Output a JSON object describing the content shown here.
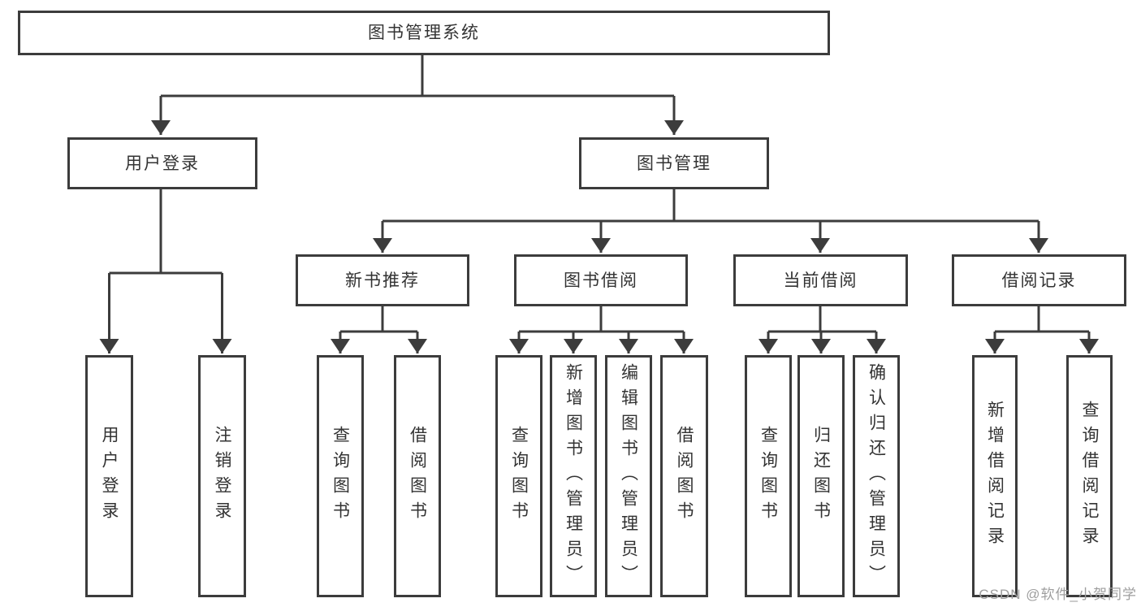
{
  "tree": {
    "root": {
      "label": "图书管理系统"
    },
    "branches": [
      {
        "label": "用户登录",
        "children": [
          {
            "label": "用户登录"
          },
          {
            "label": "注销登录"
          }
        ]
      },
      {
        "label": "图书管理",
        "children": [
          {
            "label": "新书推荐",
            "children": [
              {
                "label": "查询图书"
              },
              {
                "label": "借阅图书"
              }
            ]
          },
          {
            "label": "图书借阅",
            "children": [
              {
                "label": "查询图书"
              },
              {
                "label": "新增图书（管理员）"
              },
              {
                "label": "编辑图书（管理员）"
              },
              {
                "label": "借阅图书"
              }
            ]
          },
          {
            "label": "当前借阅",
            "children": [
              {
                "label": "查询图书"
              },
              {
                "label": "归还图书"
              },
              {
                "label": "确认归还（管理员）"
              }
            ]
          },
          {
            "label": "借阅记录",
            "children": [
              {
                "label": "新增借阅记录"
              },
              {
                "label": "查询借阅记录"
              }
            ]
          }
        ]
      }
    ]
  },
  "watermark": "CSDN @软件_小贺同学",
  "colors": {
    "line": "#3c3c3c",
    "text": "#333333",
    "watermark": "#9e9e9e",
    "background": "#ffffff"
  }
}
